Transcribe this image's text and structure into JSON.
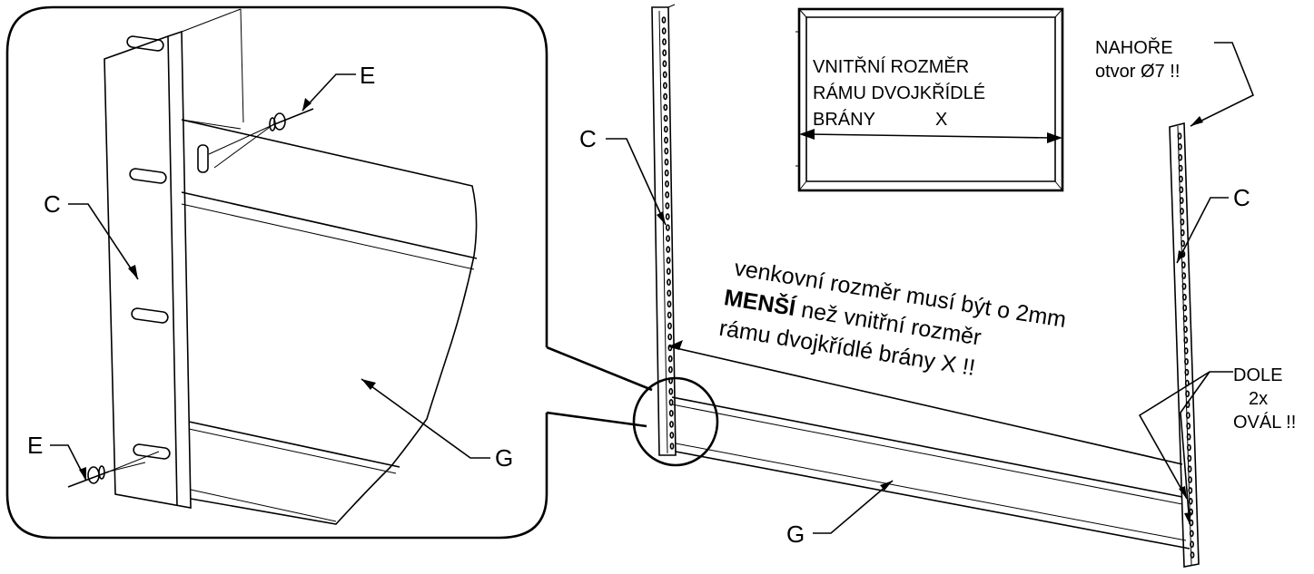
{
  "detail": {
    "label_c": "C",
    "label_e_top": "E",
    "label_e_bottom": "E",
    "label_g": "G"
  },
  "main": {
    "label_c_left": "C",
    "label_c_right": "C",
    "label_g": "G"
  },
  "inset_box": {
    "line1": "VNITŘNÍ ROZMĚR",
    "line2": "RÁMU DVOJKŘÍDLÉ",
    "line3_a": "BRÁNY",
    "line3_b": "X"
  },
  "top_note": {
    "line1": "NAHOŘE",
    "line2": "otvor Ø7 !!"
  },
  "bottom_note": {
    "line1": "DOLE",
    "line2": "2x",
    "line3": "OVÁL !!"
  },
  "center_note": {
    "line1": "venkovní rozměr musí být o 2mm",
    "line2_bold": "MENŠÍ",
    "line2_rest": " než vnitřní rozměr",
    "line3": "rámu dvojkřídlé brány X !!"
  }
}
